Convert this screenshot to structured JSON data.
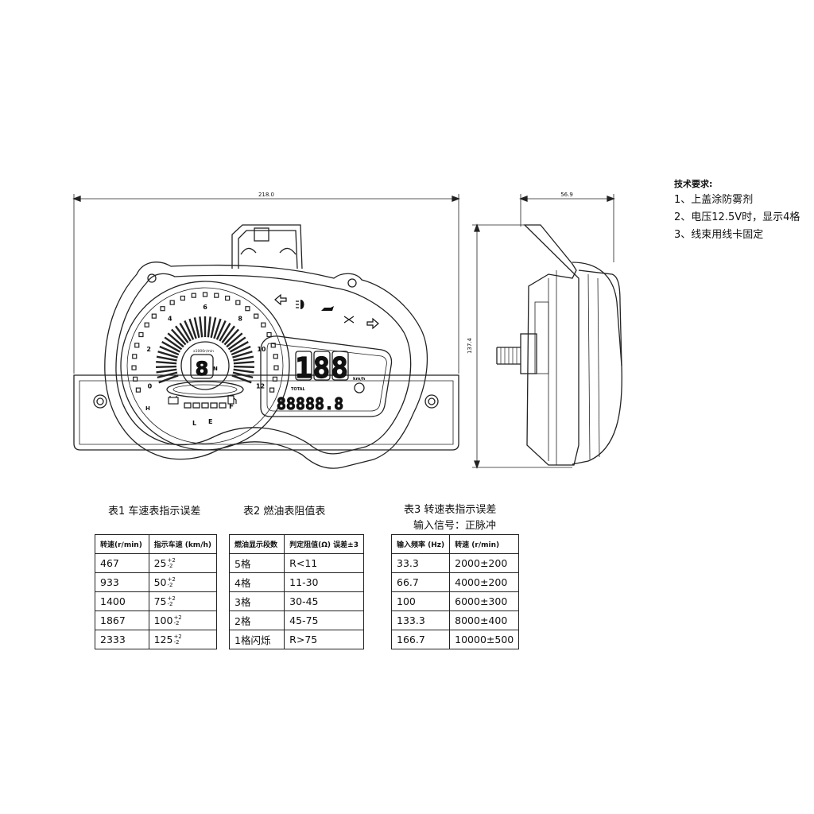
{
  "dimensions": {
    "width_label": "218.0",
    "side_width_label": "56.9",
    "height_label": "137.4"
  },
  "gauge": {
    "tach_numbers": [
      "0",
      "2",
      "4",
      "6",
      "8",
      "10",
      "12"
    ],
    "multiplier_label": "x1000r/min",
    "gear_display": "8",
    "gear_suffix": "N",
    "speed_display": "188",
    "speed_unit": "km/h",
    "total_label": "TOTAL",
    "odometer_display": "88888.8",
    "fuel_labels": {
      "full": "F",
      "empty": "E",
      "hi": "H",
      "lo": "L"
    },
    "indicator_icons": [
      "left-turn-icon",
      "high-beam-icon",
      "oil-icon",
      "engine-icon",
      "right-turn-icon"
    ]
  },
  "notes": {
    "title": "技术要求:",
    "items": [
      "1、上盖涂防雾剂",
      "2、电压12.5V时，显示4格",
      "3、线束用线卡固定"
    ]
  },
  "table1": {
    "title": "表1 车速表指示误差",
    "headers": [
      "转速(r/min)",
      "指示车速 (km/h)"
    ],
    "rows": [
      {
        "rpm": "467",
        "speed": "25",
        "tol_up": "+2",
        "tol_dn": "-2"
      },
      {
        "rpm": "933",
        "speed": "50",
        "tol_up": "+2",
        "tol_dn": "-2"
      },
      {
        "rpm": "1400",
        "speed": "75",
        "tol_up": "+2",
        "tol_dn": "-2"
      },
      {
        "rpm": "1867",
        "speed": "100",
        "tol_up": "+2",
        "tol_dn": "-2"
      },
      {
        "rpm": "2333",
        "speed": "125",
        "tol_up": "+2",
        "tol_dn": "-2"
      }
    ]
  },
  "table2": {
    "title": "表2 燃油表阻值表",
    "headers": [
      "燃油显示段数",
      "判定阻值(Ω) 误差±3"
    ],
    "rows": [
      [
        "5格",
        "R<11"
      ],
      [
        "4格",
        "11-30"
      ],
      [
        "3格",
        "30-45"
      ],
      [
        "2格",
        "45-75"
      ],
      [
        "1格闪烁",
        "R>75"
      ]
    ]
  },
  "table3": {
    "title": "表3 转速表指示误差",
    "subtitle": "输入信号：正脉冲",
    "headers": [
      "输入频率 (Hz)",
      "转速 (r/min)"
    ],
    "rows": [
      [
        "33.3",
        "2000±200"
      ],
      [
        "66.7",
        "4000±200"
      ],
      [
        "100",
        "6000±300"
      ],
      [
        "133.3",
        "8000±400"
      ],
      [
        "166.7",
        "10000±500"
      ]
    ]
  }
}
